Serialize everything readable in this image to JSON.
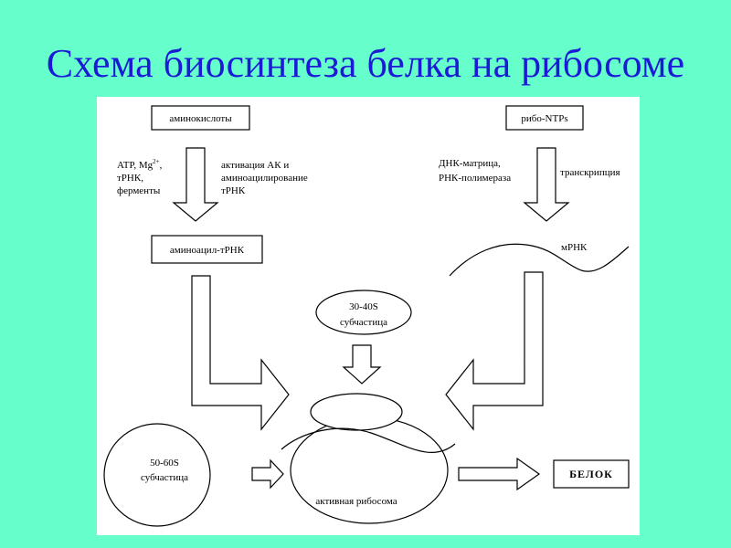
{
  "title": "Схема биосинтеза белка на рибосоме",
  "diagram": {
    "amino_acids": "аминокислоты",
    "ribo_ntps": "рибо-NTPs",
    "cofactors_line1": "ATP, Mg",
    "cofactors_sup": "2+",
    "cofactors_line1_tail": ",",
    "cofactors_line2": "тРНК,",
    "cofactors_line3": "ферменты",
    "activation_line1": "активация АК и",
    "activation_line2": "аминоацилирование",
    "activation_line3": "тРНК",
    "dna_line1": "ДНК-матрица,",
    "dna_line2": "РНК-полимераза",
    "transcription": "транскрипция",
    "aminoacyl_trna": "аминоацил-тРНК",
    "mrna": "мРНК",
    "small_subunit_line1": "30-40S",
    "small_subunit_line2": "субчастица",
    "large_subunit_line1": "50-60S",
    "large_subunit_line2": "субчастица",
    "active_ribosome": "активная рибосома",
    "protein": "БЕЛОК"
  }
}
